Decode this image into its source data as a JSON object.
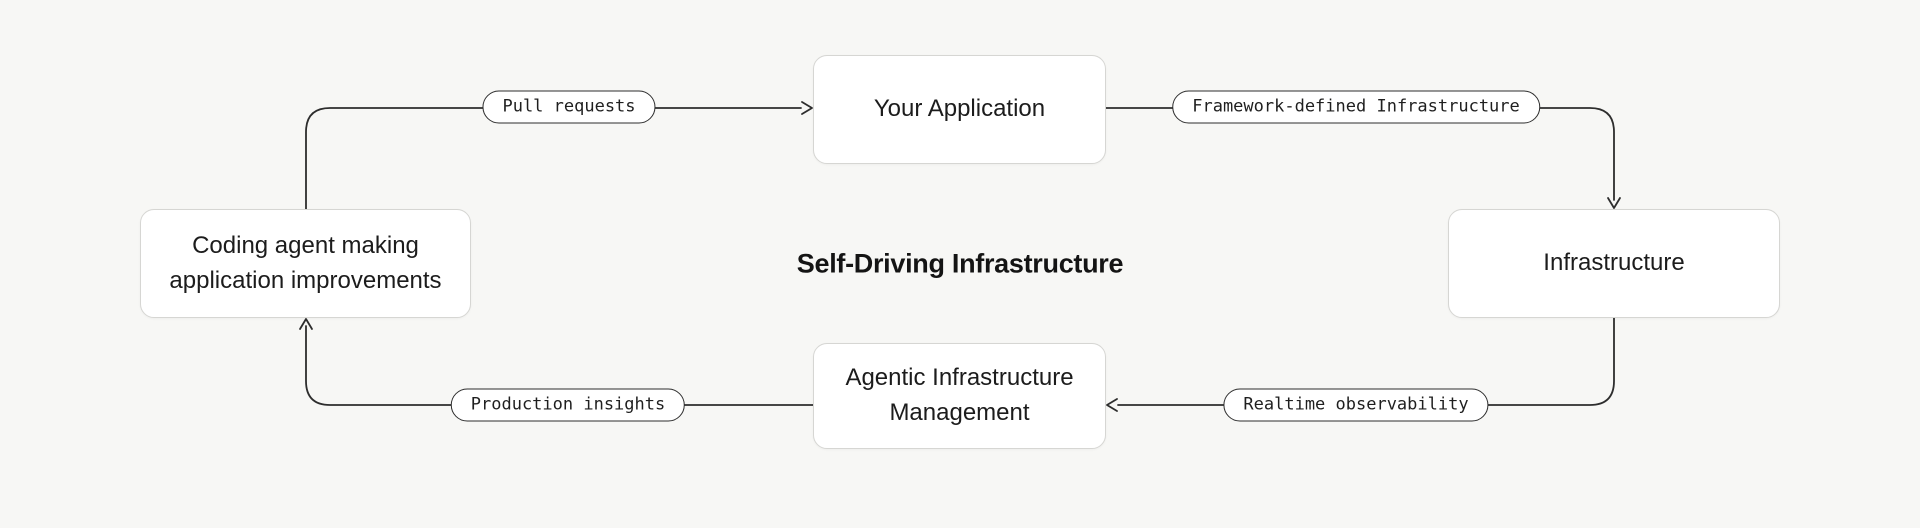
{
  "title": "Self-Driving Infrastructure",
  "nodes": {
    "your_application": {
      "label": "Your Application"
    },
    "infrastructure": {
      "label": "Infrastructure"
    },
    "agentic": {
      "label": "Agentic Infrastructure\nManagement"
    },
    "coding_agent": {
      "label": "Coding agent making\napplication improvements"
    }
  },
  "edges": {
    "pull_requests": {
      "label": "Pull requests",
      "from": "coding_agent",
      "to": "your_application"
    },
    "framework_defined_infrastructure": {
      "label": "Framework-defined Infrastructure",
      "from": "your_application",
      "to": "infrastructure"
    },
    "realtime_observability": {
      "label": "Realtime observability",
      "from": "infrastructure",
      "to": "agentic"
    },
    "production_insights": {
      "label": "Production insights",
      "from": "agentic",
      "to": "coding_agent"
    }
  },
  "theme": {
    "bg": "#f7f7f5",
    "line": "#2d2d2d",
    "node-border": "#d6d6d3",
    "node-bg": "#ffffff",
    "text": "#1c1c1c"
  }
}
